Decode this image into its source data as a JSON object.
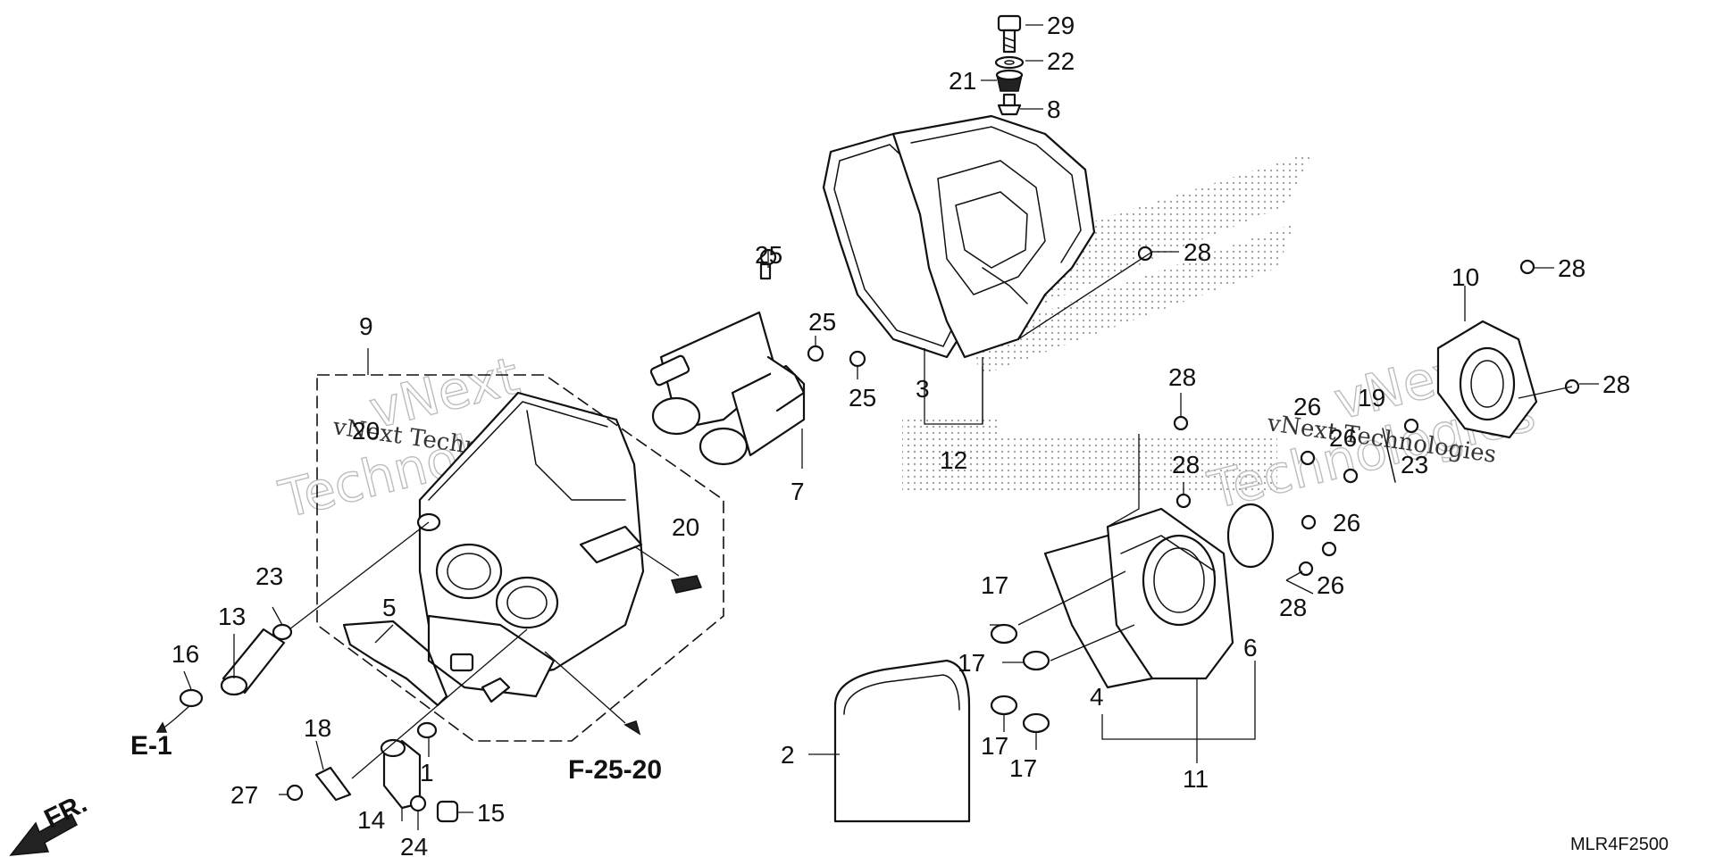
{
  "diagram_code": "MLR4F2500",
  "references": {
    "e1": "E-1",
    "f2520": "F-25-20",
    "front": "FR."
  },
  "watermark": {
    "line1": "vNext",
    "line2": "Technologies",
    "inline": "vNext Technologies"
  },
  "callouts": {
    "c29": "29",
    "c22": "22",
    "c21": "21",
    "c8": "8",
    "c25a": "25",
    "c25b": "25",
    "c25c": "25",
    "c28a": "28",
    "c28b": "28",
    "c28c": "28",
    "c28d": "28",
    "c28e": "28",
    "c28f": "28",
    "c9": "9",
    "c3": "3",
    "c12": "12",
    "c7": "7",
    "c10": "10",
    "c26a": "26",
    "c26b": "26",
    "c26c": "26",
    "c26d": "26",
    "c19": "19",
    "c23b": "23",
    "c20a": "20",
    "c20b": "20",
    "c23a": "23",
    "c13": "13",
    "c16": "16",
    "c5": "5",
    "c18": "18",
    "c1": "1",
    "c27": "27",
    "c14": "14",
    "c24": "24",
    "c15": "15",
    "c17a": "17",
    "c17b": "17",
    "c17c": "17",
    "c17d": "17",
    "c4": "4",
    "c6": "6",
    "c11": "11",
    "c2": "2"
  }
}
